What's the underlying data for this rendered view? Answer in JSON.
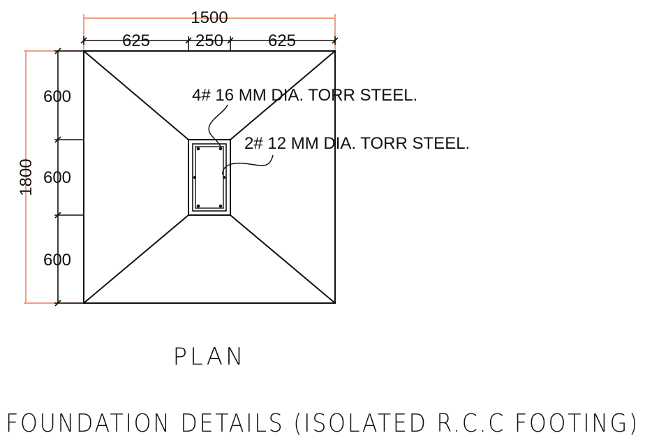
{
  "dimensions": {
    "overall_width": "1500",
    "width_left": "625",
    "width_center": "250",
    "width_right": "625",
    "overall_height": "1800",
    "height_top": "600",
    "height_middle": "600",
    "height_bottom": "600"
  },
  "callouts": {
    "main_bars": "4# 16 MM DIA. TORR STEEL.",
    "extra_bars": "2# 12 MM DIA. TORR STEEL."
  },
  "titles": {
    "view": "PLAN",
    "drawing": "FOUNDATION DETAILS (ISOLATED R.C.C FOOTING)"
  },
  "colors": {
    "outline": "#111111",
    "overall_dimension": "#f0a080"
  }
}
